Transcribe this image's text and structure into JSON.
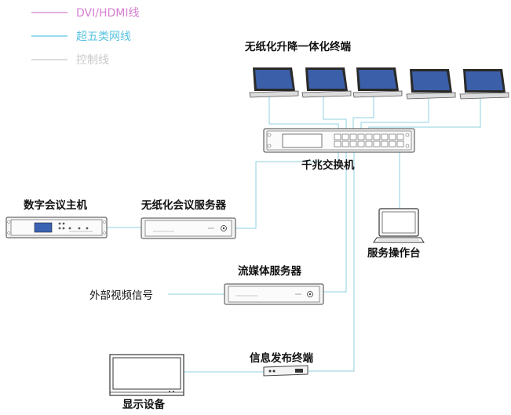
{
  "legend": [
    {
      "label": "DVI/HDMI线",
      "color": "#d67fcf"
    },
    {
      "label": "超五类网线",
      "color": "#59c3e0"
    },
    {
      "label": "控制线",
      "color": "#c8c8c8"
    }
  ],
  "labels": {
    "terminals": "无纸化升降一体化终端",
    "switch": "千兆交换机",
    "conference_host": "数字会议主机",
    "paperless_server": "无纸化会议服务器",
    "operator_console": "服务操作台",
    "media_server": "流媒体服务器",
    "external_video": "外部视频信号",
    "info_terminal": "信息发布终端",
    "display": "显示设备"
  },
  "colors": {
    "network_line": "#8fd0e2",
    "laptop_screen": "#3b5fa8"
  }
}
